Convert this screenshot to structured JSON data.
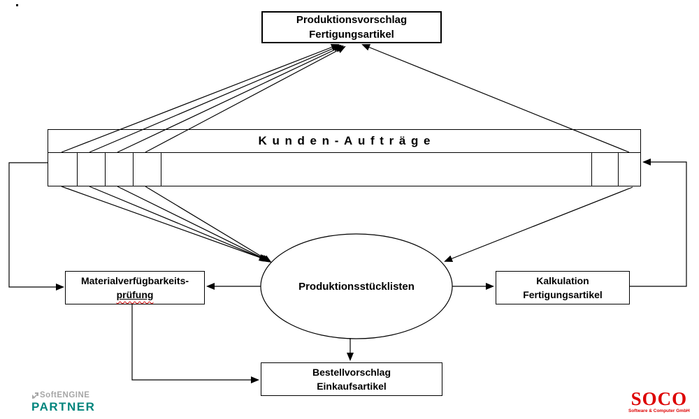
{
  "diagram": {
    "top_box": {
      "line1": "Produktionsvorschlag",
      "line2": "Fertigungsartikel"
    },
    "orders_bar": {
      "title": "Kunden-Aufträge"
    },
    "ellipse": {
      "label": "Produktionsstücklisten"
    },
    "material_box": {
      "line1": "Materialverfügbarkeits-",
      "line2": "prüfung"
    },
    "kalkulation_box": {
      "line1": "Kalkulation",
      "line2": "Fertigungsartikel"
    },
    "bestell_box": {
      "line1": "Bestellvorschlag",
      "line2": "Einkaufsartikel"
    }
  },
  "logos": {
    "softengine": {
      "name": "SoftENGINE",
      "subtitle": "PARTNER",
      "name_color": "#a6a6a6",
      "subtitle_color": "#00857d"
    },
    "soco": {
      "name": "SOCO",
      "tagline": "Software & Computer GmbH",
      "color": "#dd0000"
    }
  },
  "colors": {
    "line": "#000000",
    "background": "#ffffff",
    "spellcheck_underline": "#d00000"
  }
}
